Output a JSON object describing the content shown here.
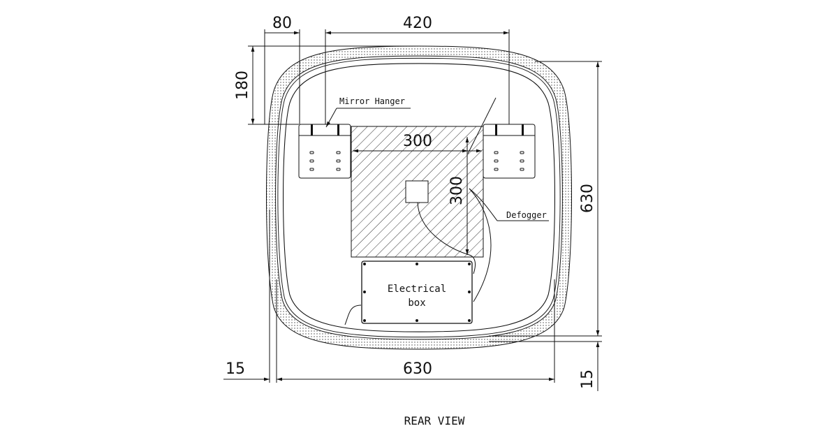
{
  "title": "REAR VIEW",
  "dimensions": {
    "hanger_offset": "80",
    "hanger_spacing": "420",
    "hanger_height": "180",
    "defogger_width": "300",
    "defogger_height": "300",
    "total_height": "630",
    "total_width": "630",
    "border_left": "15",
    "border_bottom": "15"
  },
  "labels": {
    "mirror_hanger": "Mirror Hanger",
    "defogger": "Defogger",
    "electrical_box_line1": "Electrical",
    "electrical_box_line2": "box"
  }
}
